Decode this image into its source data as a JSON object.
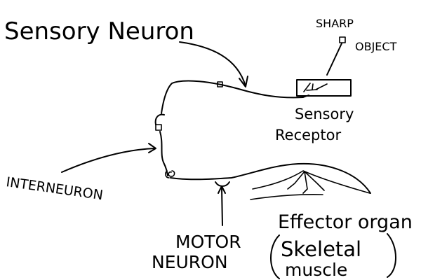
{
  "labels": {
    "sensory_neuron": "Sensory Neuron",
    "sharp_object_line1": "SHARP",
    "sharp_object_line2": "OBJECT",
    "sensory_receptor_line1": "Sensory",
    "sensory_receptor_line2": "Receptor",
    "interneuron": "INTERNEURON",
    "motor_neuron_line1": "MOTOR",
    "motor_neuron_line2": "NEURON",
    "effector_line1": "Effector organ",
    "effector_line2": "Skeletal",
    "effector_line3": "muscle"
  },
  "colors": {
    "ink": "#000000",
    "background": "#ffffff"
  }
}
